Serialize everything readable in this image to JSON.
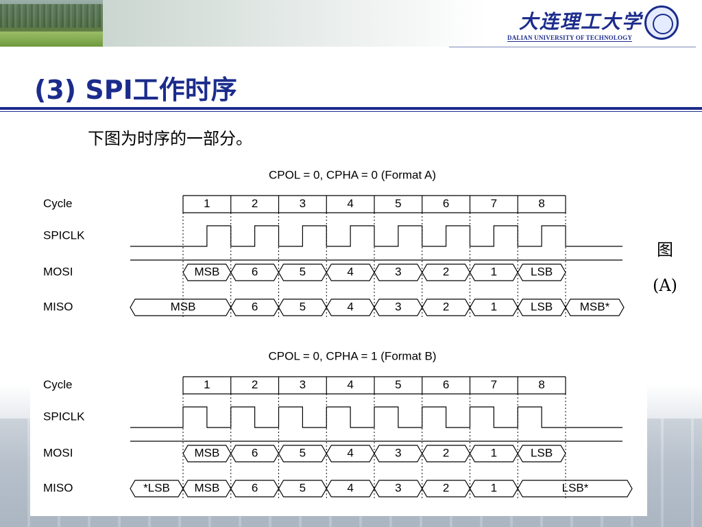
{
  "header": {
    "logo_cn": "大连理工大学",
    "logo_en": "DALIAN UNIVERSITY OF TECHNOLOGY"
  },
  "slide": {
    "title": "(3) SPI工作时序",
    "subtitle": "下图为时序的一部分。",
    "figure_label_line1": "图",
    "figure_label_line2": "(A)"
  },
  "colors": {
    "accent": "#1b2c8c",
    "wave": "#000000"
  },
  "diagram": {
    "row_labels": [
      "Cycle",
      "SPICLK",
      "MOSI",
      "MISO"
    ],
    "cycles": [
      "1",
      "2",
      "3",
      "4",
      "5",
      "6",
      "7",
      "8"
    ],
    "formats": [
      {
        "title": "CPOL = 0, CPHA = 0 (Format A)",
        "clock_pulse": "second-half",
        "mosi": [
          "MSB",
          "6",
          "5",
          "4",
          "3",
          "2",
          "1",
          "LSB"
        ],
        "miso_pre": "MSB",
        "miso": [
          "6",
          "5",
          "4",
          "3",
          "2",
          "1",
          "LSB"
        ],
        "miso_post": "MSB*"
      },
      {
        "title": "CPOL = 0, CPHA = 1 (Format B)",
        "clock_pulse": "first-half",
        "mosi": [
          "MSB",
          "6",
          "5",
          "4",
          "3",
          "2",
          "1",
          "LSB"
        ],
        "miso_pre": "*LSB",
        "miso": [
          "MSB",
          "6",
          "5",
          "4",
          "3",
          "2",
          "1"
        ],
        "miso_post": "LSB*"
      }
    ]
  }
}
